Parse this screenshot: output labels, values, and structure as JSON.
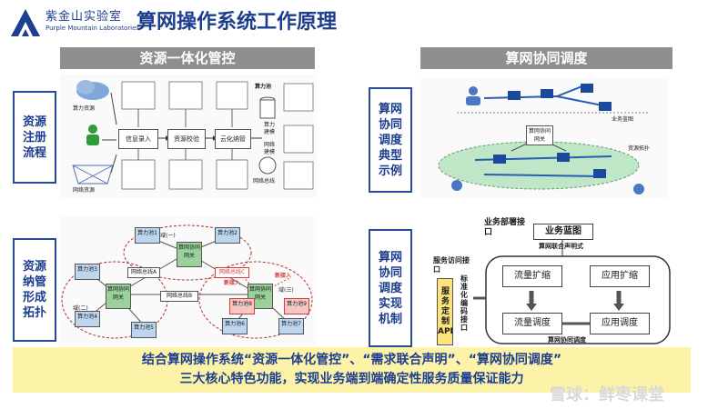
{
  "header": {
    "logo_cn": "紫金山实验室",
    "logo_en": "Purple Mountain Laboratories",
    "title": "算网操作系统工作原理"
  },
  "left": {
    "section_title": "资源一体化管控",
    "reg_label": "资源注册流程",
    "topo_label": "资源纳管形成拓扑",
    "reg_flow": {
      "compute_resource": "算力资源",
      "network_resource": "网络资源",
      "step1": "信息录入",
      "step2": "资源校验",
      "step3": "云化纳管",
      "pool": "算力池",
      "compute_build": "算力建模",
      "network_build": "网络建模",
      "bus": "网络总线"
    },
    "topo": {
      "domain1": "域(一)",
      "domain2": "域(二)",
      "domain3": "域(三)",
      "gateway": "算网协同网关",
      "bus_a": "网络总线A",
      "bus_b": "网络总线B",
      "bus_c": "网络总线C",
      "new_join": "新接入",
      "pools": [
        "算力池1",
        "算力池2",
        "算力池3",
        "算力池4",
        "算力池5",
        "算力池6",
        "算力池7",
        "算力池8",
        "算力池9"
      ]
    }
  },
  "right": {
    "section_title": "算网协同调度",
    "case_label": "算网协同调度典型示例",
    "mech_label": "算网协同调度实现机制",
    "case": {
      "business_blueprint": "业务蓝图",
      "gateway": "算网协同网关",
      "resource_topology": "资源拓扑"
    },
    "mech": {
      "deploy_interface": "业务部署接口",
      "blueprint": "业务蓝图",
      "joint_declare": "算网联合声明式",
      "access_interface": "服务访问接口",
      "service_custom": "服务定制API",
      "std_interface": "标准化编码接口",
      "flow_scale": "流量扩缩",
      "app_scale": "应用扩缩",
      "flow_sched": "流量调度",
      "app_sched": "应用调度",
      "coop_sched": "算网协同调度"
    }
  },
  "banner": {
    "line1": "结合算网操作系统“资源一体化管控”、“需求联合声明”、“算网协同调度”",
    "line2": "三大核心特色功能，实现业务端到端确定性服务质量保证能力"
  },
  "watermark": "雪球：鲜枣课堂"
}
